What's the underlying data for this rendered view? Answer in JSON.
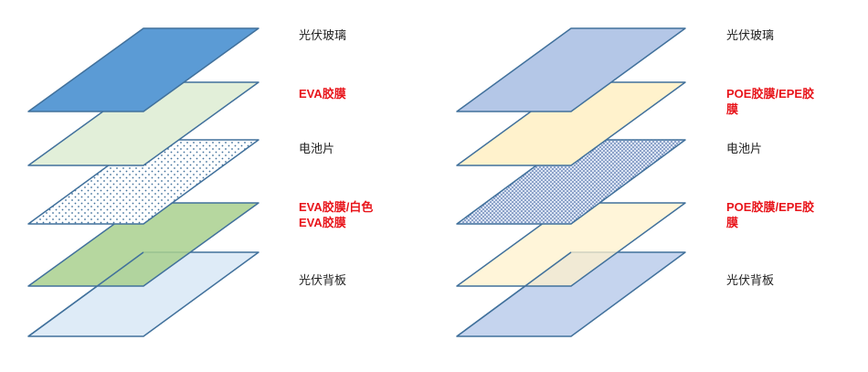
{
  "colors": {
    "outline": "#41719c",
    "label_text": "#222222",
    "label_red": "#e8151b",
    "left_glass": "#5b9bd5",
    "left_film": "#e2efd9",
    "left_cell_bg": "#ffffff",
    "left_cell_dots": "#41719c",
    "left_film2": "#a9d08e",
    "left_backsheet": "#deebf7",
    "right_glass": "#b4c7e7",
    "right_film": "#fff2cc",
    "right_cell_bg": "#dae3f3",
    "right_cell_dots": "#2f5597",
    "right_film2": "#fff2cc",
    "right_backsheet": "#c5d4ee"
  },
  "left_stack": {
    "labels": {
      "glass": "光伏玻璃",
      "film_top": "EVA胶膜",
      "cell": "电池片",
      "film_bottom_line1": "EVA胶膜/白色",
      "film_bottom_line2": "EVA胶膜",
      "backsheet": "光伏背板"
    }
  },
  "right_stack": {
    "labels": {
      "glass": "光伏玻璃",
      "film_top_line1": "POE胶膜/EPE胶",
      "film_top_line2": "膜",
      "cell": "电池片",
      "film_bottom_line1": "POE胶膜/EPE胶",
      "film_bottom_line2": "膜",
      "backsheet": "光伏背板"
    }
  }
}
